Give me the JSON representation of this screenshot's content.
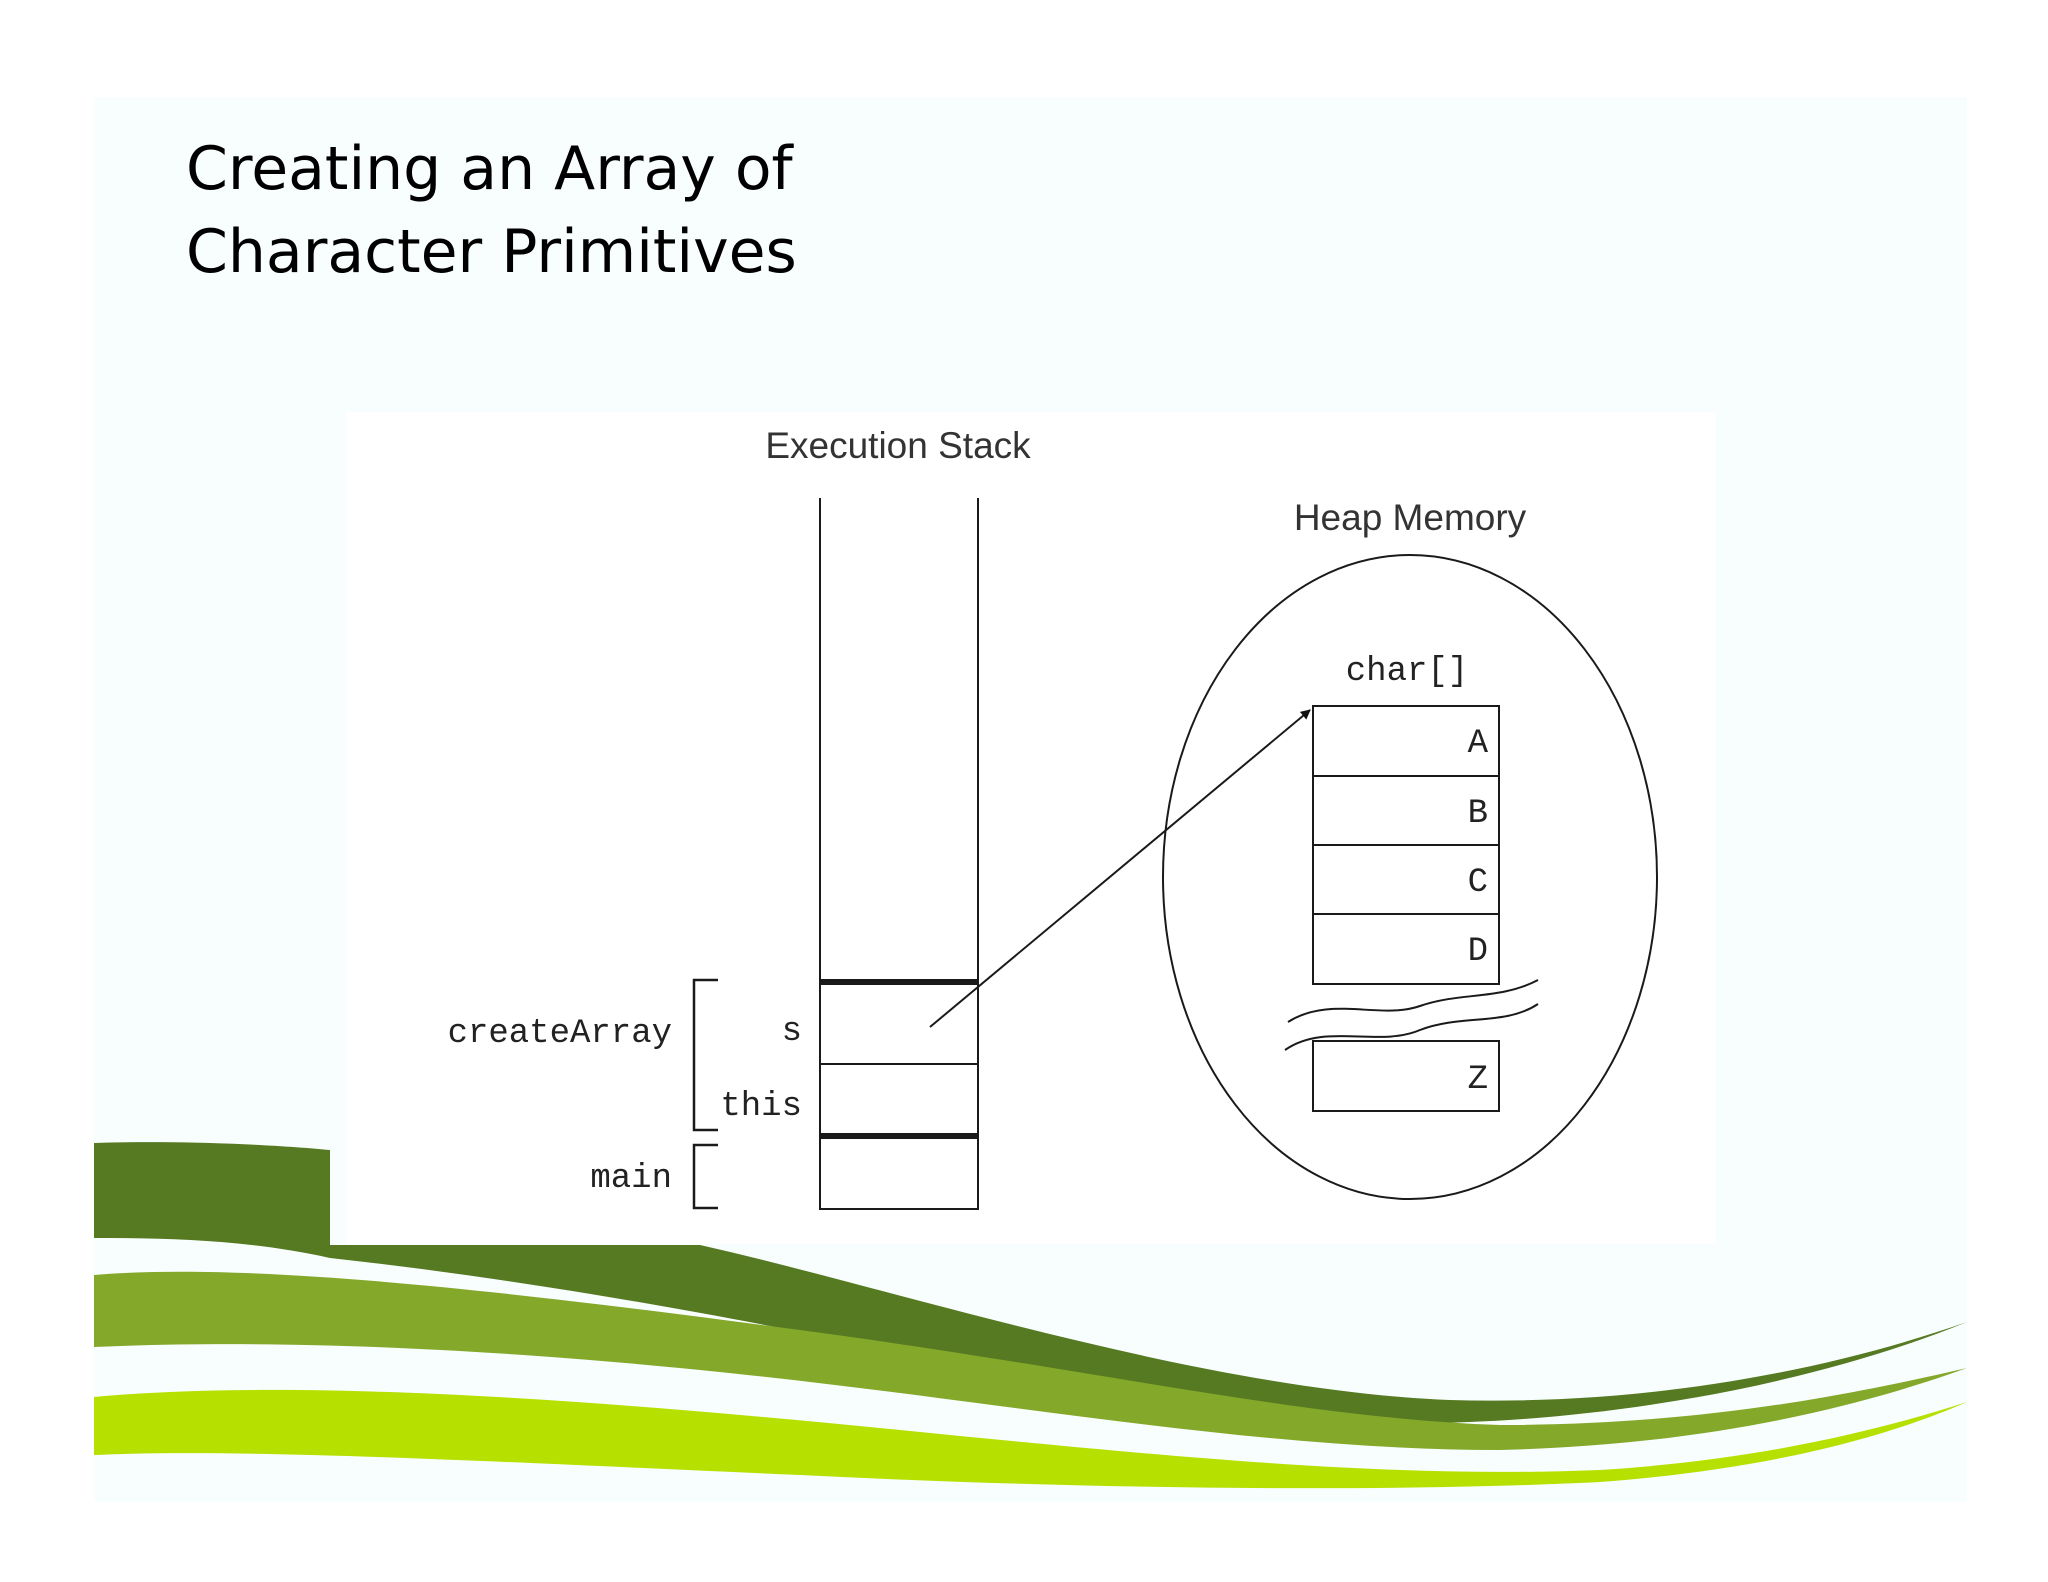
{
  "slide": {
    "title_line1": "Creating an Array of",
    "title_line2": "Character Primitives"
  },
  "diagram": {
    "stack_label": "Execution Stack",
    "heap_label": "Heap Memory",
    "frames": {
      "create_array": "createArray",
      "main": "main"
    },
    "slots": {
      "s": "s",
      "this": "this"
    },
    "array_type": "char[]",
    "array_cells": [
      "A",
      "B",
      "C",
      "D",
      "Z"
    ]
  },
  "colors": {
    "slide_background": "#f8fdfd",
    "wave_dark_green": "#567a22",
    "wave_mid_green": "#84a82a",
    "wave_light_green": "#b6e000"
  }
}
